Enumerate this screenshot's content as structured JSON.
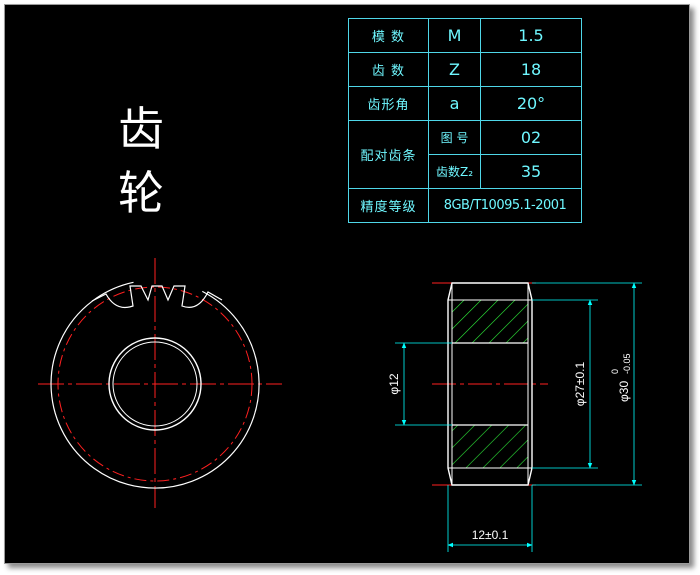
{
  "title": "齿 轮",
  "spec_table": {
    "module_label": "模 数",
    "module_symbol": "M",
    "module_value": "1.5",
    "teeth_label": "齿 数",
    "teeth_symbol": "Z",
    "teeth_value": "18",
    "angle_label": "齿形角",
    "angle_symbol": "a",
    "angle_value": "20°",
    "mating_label": "配对齿条",
    "drawing_no_label": "图 号",
    "drawing_no_value": "02",
    "mating_teeth_label": "齿数Z₂",
    "mating_teeth_value": "35",
    "precision_label": "精度等级",
    "precision_value": "8GB/T10095.1-2001"
  },
  "dimensions": {
    "bore": "φ12",
    "root": "φ27±0.1",
    "outer": "φ30",
    "outer_tol_upper": "0",
    "outer_tol_lower": "-0.05",
    "width": "12±0.1"
  },
  "colors": {
    "background": "#000000",
    "outline": "#ffffff",
    "centerline": "#ff2020",
    "table": "#4fd6e8",
    "hatch": "#2eee3a",
    "dimension": "#00ffff"
  }
}
